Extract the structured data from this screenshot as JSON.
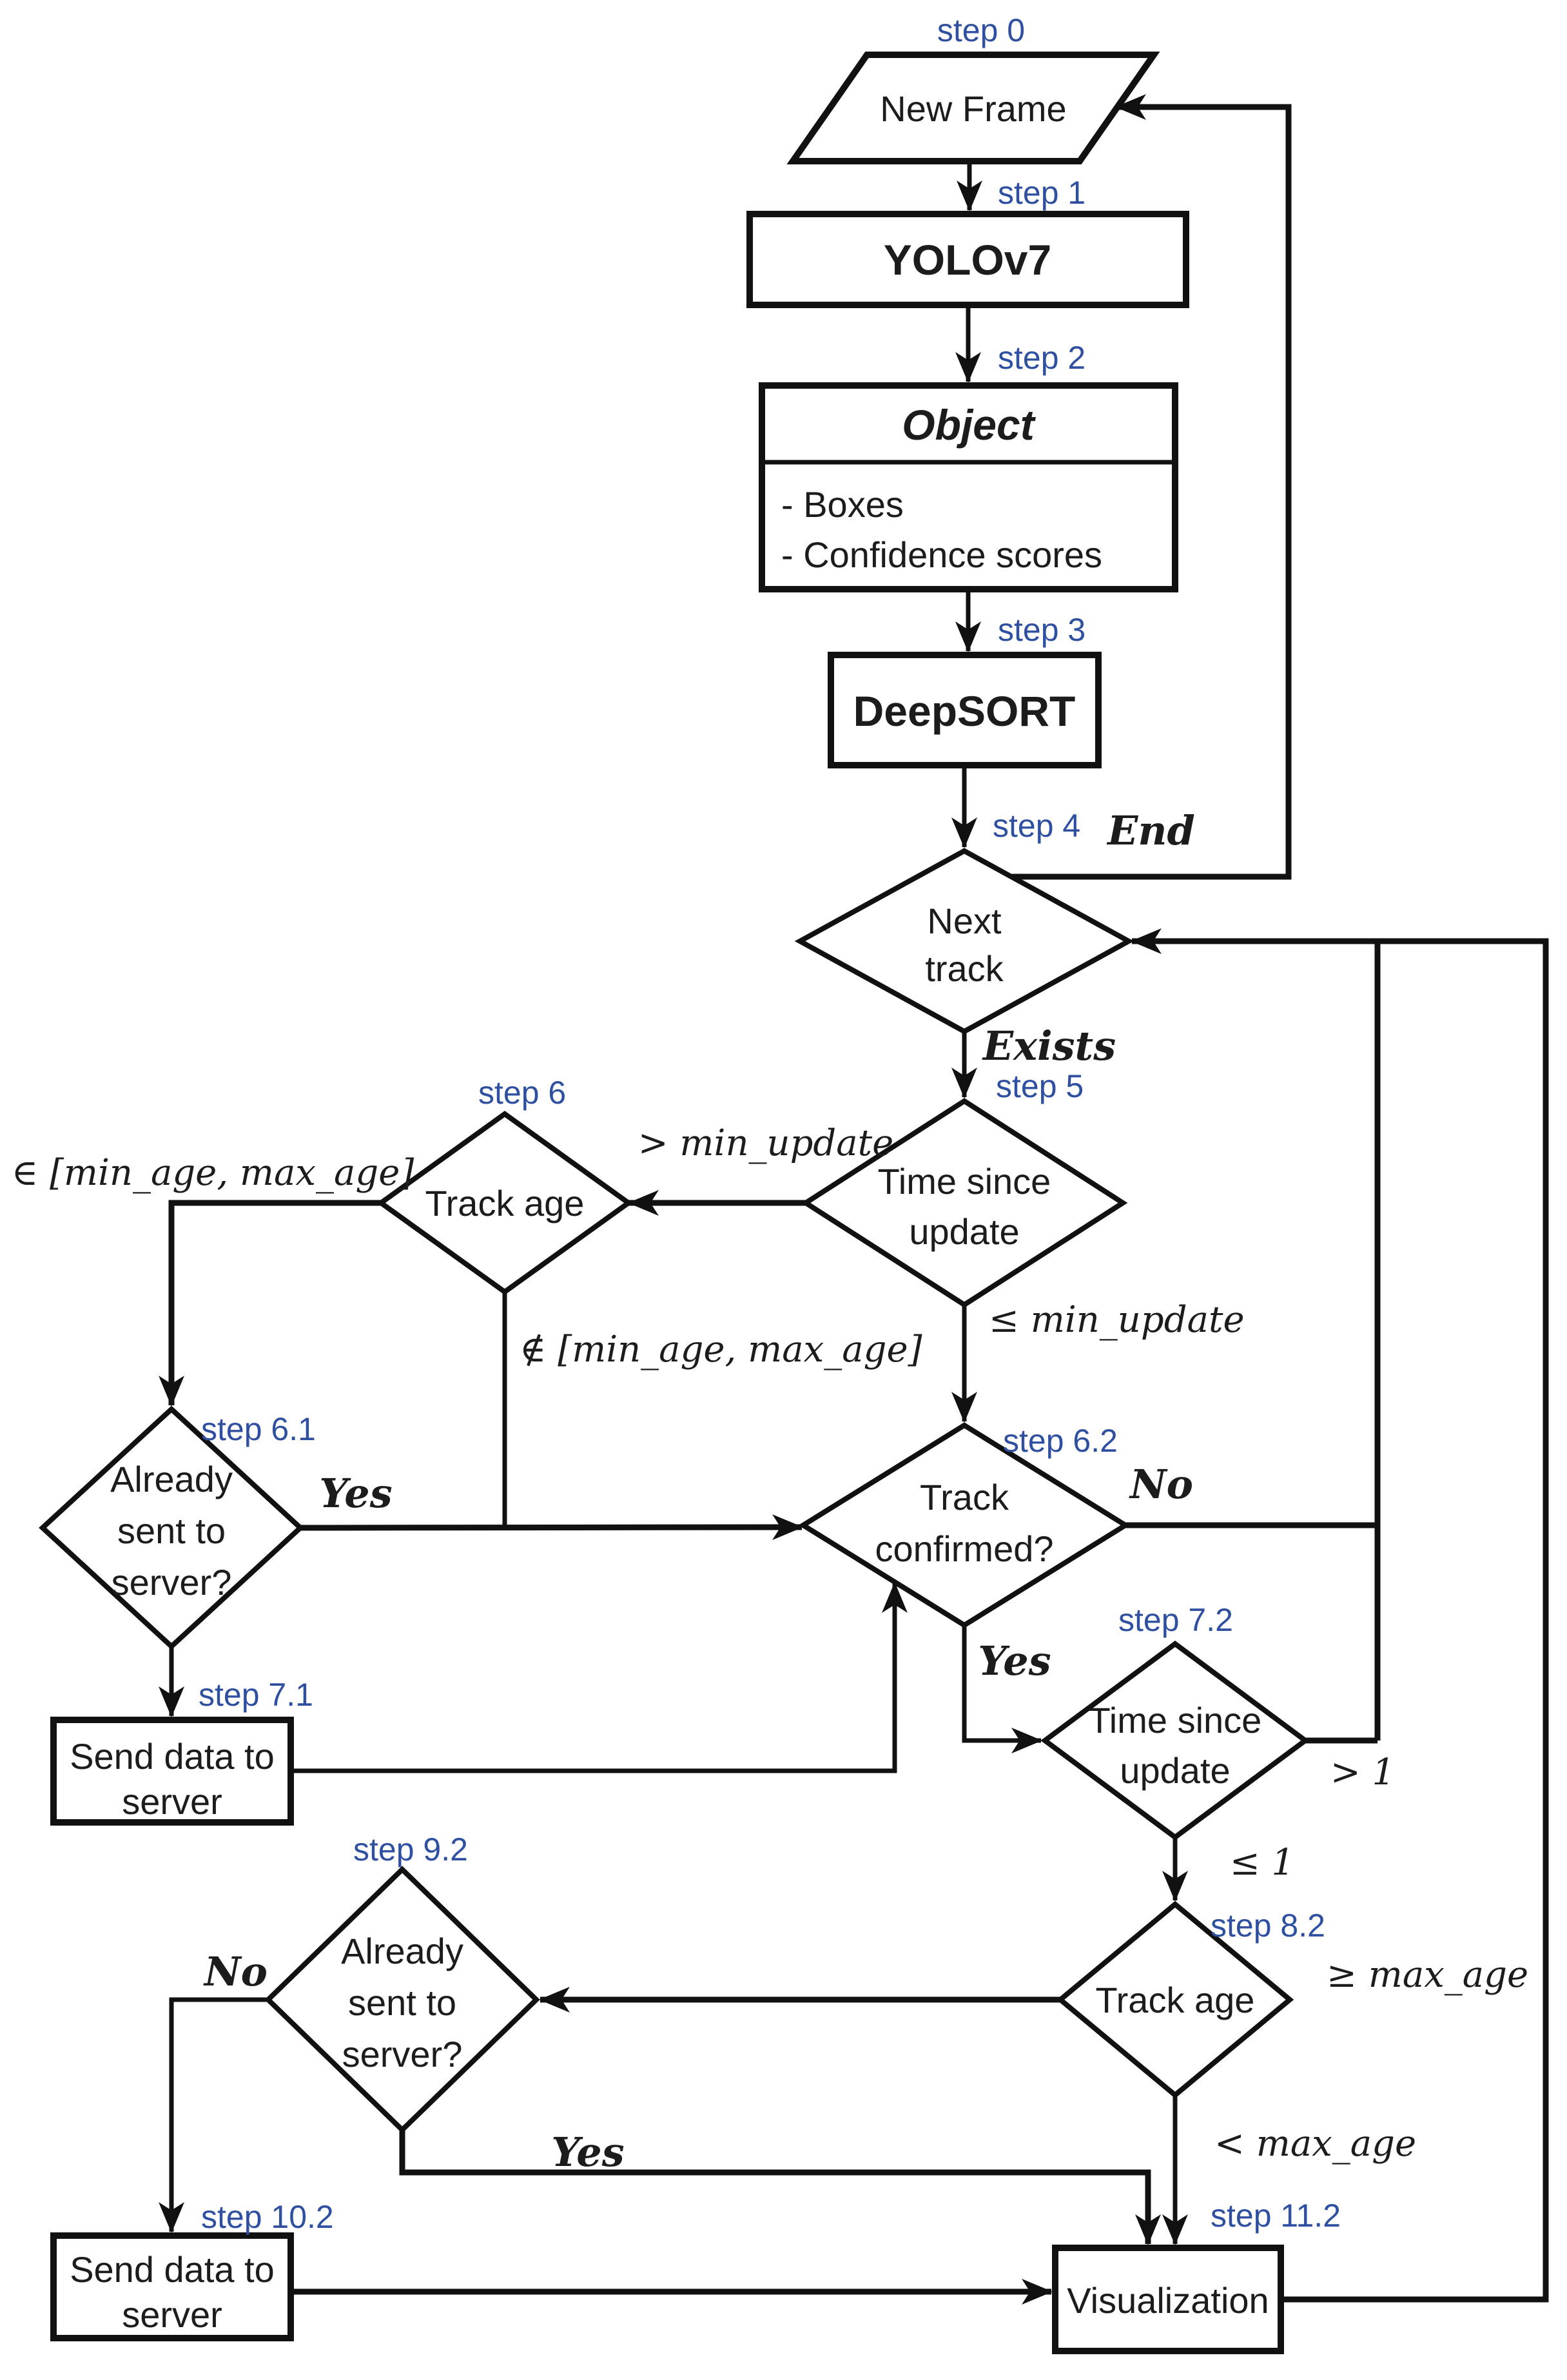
{
  "palette": {
    "line": "#111111",
    "step_blue": "#2f4fa0",
    "text": "#1c1c1c",
    "background": "#ffffff"
  },
  "nodes": {
    "new_frame": {
      "label": "New Frame",
      "step": "step 0"
    },
    "yolov7": {
      "label": "YOLOv7",
      "step": "step 1"
    },
    "object": {
      "title": "Object",
      "item1": "- Boxes",
      "item2": "- Confidence scores",
      "step": "step 2"
    },
    "deepsort": {
      "label": "DeepSORT",
      "step": "step 3"
    },
    "next_track": {
      "line1": "Next",
      "line2": "track",
      "step": "step 4"
    },
    "time_since_update_1": {
      "line1": "Time since",
      "line2": "update",
      "step": "step 5"
    },
    "track_age_1": {
      "label": "Track age",
      "step": "step 6"
    },
    "already_sent_1": {
      "line1": "Already",
      "line2": "sent to",
      "line3": "server?",
      "step": "step 6.1"
    },
    "track_confirmed": {
      "line1": "Track",
      "line2": "confirmed?",
      "step": "step 6.2"
    },
    "send_data_1": {
      "line1": "Send data to",
      "line2": "server",
      "step": "step 7.1"
    },
    "time_since_update_2": {
      "line1": "Time since",
      "line2": "update",
      "step": "step 7.2"
    },
    "track_age_2": {
      "label": "Track age",
      "step": "step 8.2"
    },
    "already_sent_2": {
      "line1": "Already",
      "line2": "sent to",
      "line3": "server?",
      "step": "step 9.2"
    },
    "send_data_2": {
      "line1": "Send data to",
      "line2": "server",
      "step": "step 10.2"
    },
    "visualization": {
      "label": "Visualization",
      "step": "step 11.2"
    }
  },
  "edges": {
    "end": "End",
    "exists": "Exists",
    "gt_min_update": "> min_update",
    "le_min_update": "≤ min_update",
    "in_age_range": "∈ [min_age, max_age]",
    "notin_age_range": "∉ [min_age, max_age]",
    "yes_6_1": "Yes",
    "no_6_2": "No",
    "yes_6_2": "Yes",
    "gt_1": "> 1",
    "le_1": "≤ 1",
    "ge_max_age": "≥ max_age",
    "lt_max_age": "< max_age",
    "no_9_2": "No",
    "yes_9_2": "Yes"
  }
}
